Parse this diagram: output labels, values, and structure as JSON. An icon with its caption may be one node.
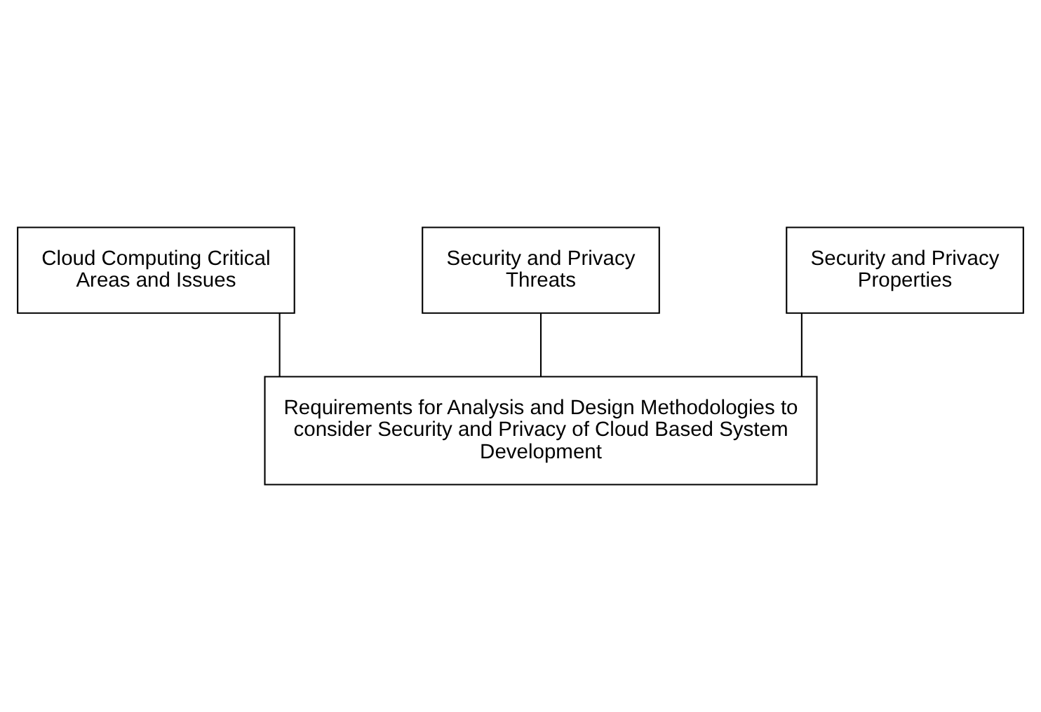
{
  "diagram": {
    "nodes": [
      {
        "text": [
          "Cloud Computing Critical Areas and Issues"
        ]
      },
      {
        "text": [
          "Security and Privacy Threats"
        ]
      },
      {
        "text": [
          "Security and Privacy Properties"
        ]
      },
      {
        "text": [
          "Requirements for Analysis and Design Methodologies to consider Security and Privacy of Cloud Based System Development"
        ]
      }
    ],
    "edges": [
      {
        "from": 1,
        "to": 3,
        "arrow": "none"
      },
      {
        "from": 0,
        "to": 3,
        "arrow": "none"
      },
      {
        "from": 2,
        "to": 3,
        "arrow": "none"
      }
    ]
  }
}
